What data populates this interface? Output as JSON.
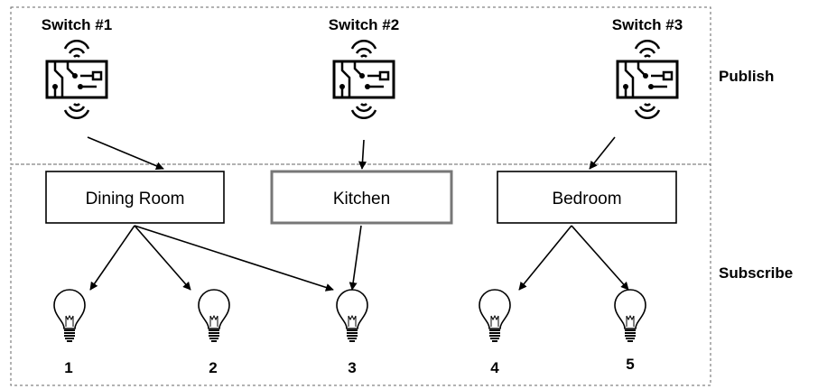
{
  "publish_section": {
    "label": "Publish",
    "switches": [
      {
        "label": "Switch #1"
      },
      {
        "label": "Switch #2"
      },
      {
        "label": "Switch #3"
      }
    ]
  },
  "subscribe_section": {
    "label": "Subscribe",
    "rooms": [
      {
        "label": "Dining Room"
      },
      {
        "label": "Kitchen"
      },
      {
        "label": "Bedroom"
      }
    ],
    "bulbs": [
      {
        "label": "1"
      },
      {
        "label": "2"
      },
      {
        "label": "3"
      },
      {
        "label": "4"
      },
      {
        "label": "5"
      }
    ]
  },
  "connections": [
    {
      "from": "Switch #1",
      "to": "Dining Room"
    },
    {
      "from": "Switch #2",
      "to": "Kitchen"
    },
    {
      "from": "Switch #3",
      "to": "Bedroom"
    },
    {
      "from": "Dining Room",
      "to": "1"
    },
    {
      "from": "Dining Room",
      "to": "2"
    },
    {
      "from": "Dining Room",
      "to": "3"
    },
    {
      "from": "Kitchen",
      "to": "3"
    },
    {
      "from": "Bedroom",
      "to": "4"
    },
    {
      "from": "Bedroom",
      "to": "5"
    }
  ]
}
